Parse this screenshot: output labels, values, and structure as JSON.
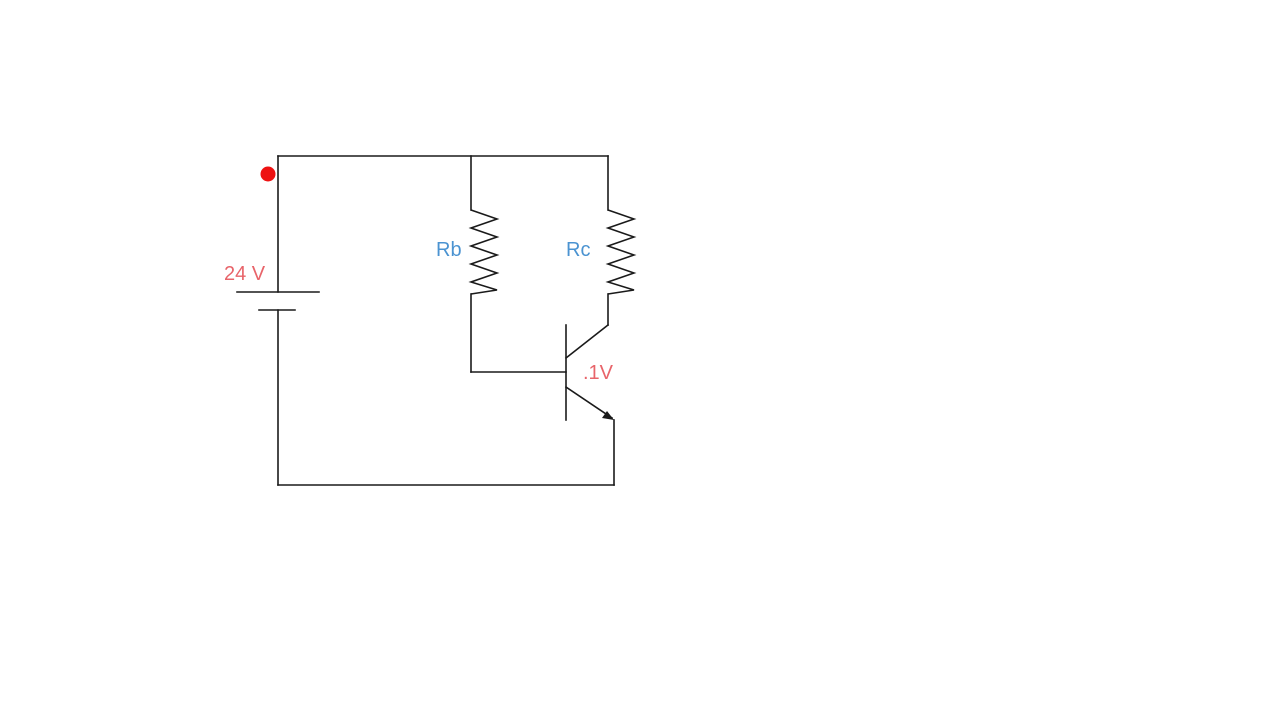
{
  "colors": {
    "wire": "#1a1a1a",
    "voltage_label": "#e8646a",
    "component_label": "#4b93d1",
    "marker": "#ee1111",
    "background": "#ffffff"
  },
  "circuit": {
    "battery": {
      "label": "24 V"
    },
    "base_resistor": {
      "label": "Rb"
    },
    "collector_resistor": {
      "label": "Rc"
    },
    "transistor": {
      "label": ".1V"
    }
  }
}
